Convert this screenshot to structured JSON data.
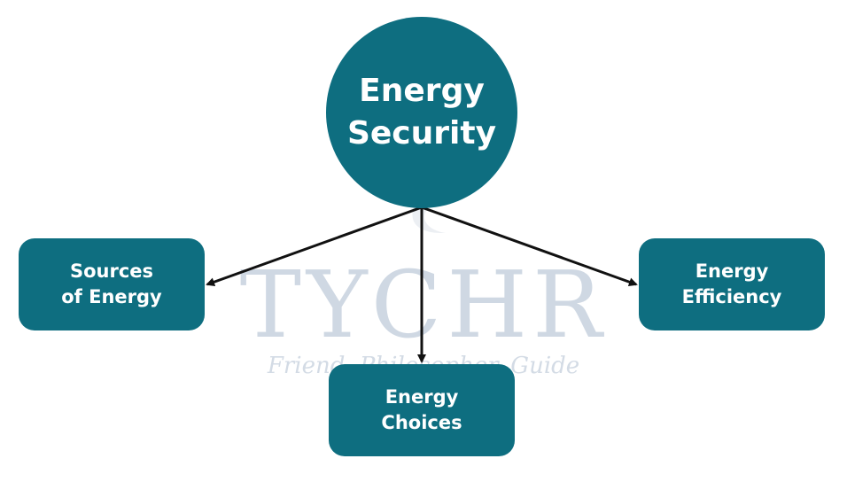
{
  "watermark": {
    "brand": "TYCHR",
    "tagline": "Friend, Philosopher, Guide"
  },
  "center": {
    "label": "Energy\nSecurity"
  },
  "nodes": {
    "left": {
      "label": "Sources\nof Energy"
    },
    "bottom": {
      "label": "Energy\nChoices"
    },
    "right": {
      "label": "Energy\nEfficiency"
    }
  },
  "colors": {
    "node_fill": "#0e6e80",
    "node_text": "#ffffff",
    "arrow": "#111111",
    "watermark": "#cfd8e3"
  }
}
